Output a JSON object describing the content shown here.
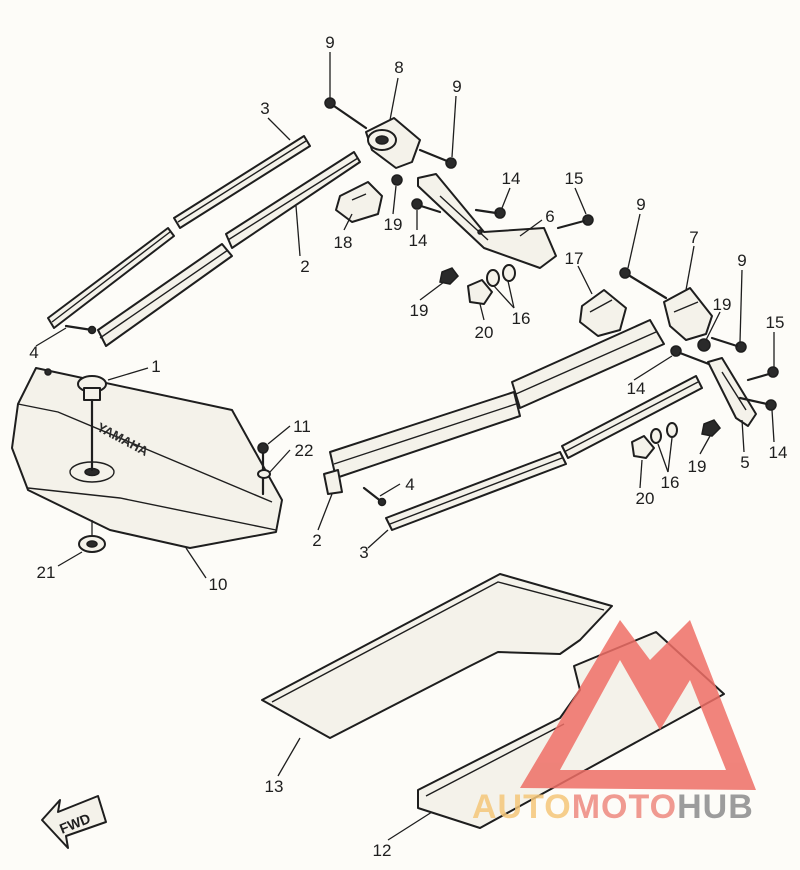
{
  "callouts": {
    "c1": "1",
    "c2a": "2",
    "c2b": "2",
    "c3a": "3",
    "c3b": "3",
    "c4a": "4",
    "c4b": "4",
    "c5": "5",
    "c6": "6",
    "c7": "7",
    "c8": "8",
    "c9a": "9",
    "c9b": "9",
    "c9c": "9",
    "c9d": "9",
    "c10": "10",
    "c11": "11",
    "c12": "12",
    "c13": "13",
    "c14a": "14",
    "c14b": "14",
    "c14c": "14",
    "c14d": "14",
    "c15a": "15",
    "c15b": "15",
    "c16a": "16",
    "c16b": "16",
    "c17": "17",
    "c18": "18",
    "c19a": "19",
    "c19b": "19",
    "c19c": "19",
    "c19d": "19",
    "c20a": "20",
    "c20b": "20",
    "c21": "21",
    "c22": "22"
  },
  "embossed_brand": "YAMAHA",
  "fwd_label": "FWD",
  "watermark": {
    "part1": "AUTO",
    "part2": "MOTO",
    "part3": "HUB",
    "colors": {
      "auto": "#f5c77a",
      "moto": "#ee8a80",
      "hub": "#8c8c8c",
      "logo": "#ee6f66"
    }
  }
}
